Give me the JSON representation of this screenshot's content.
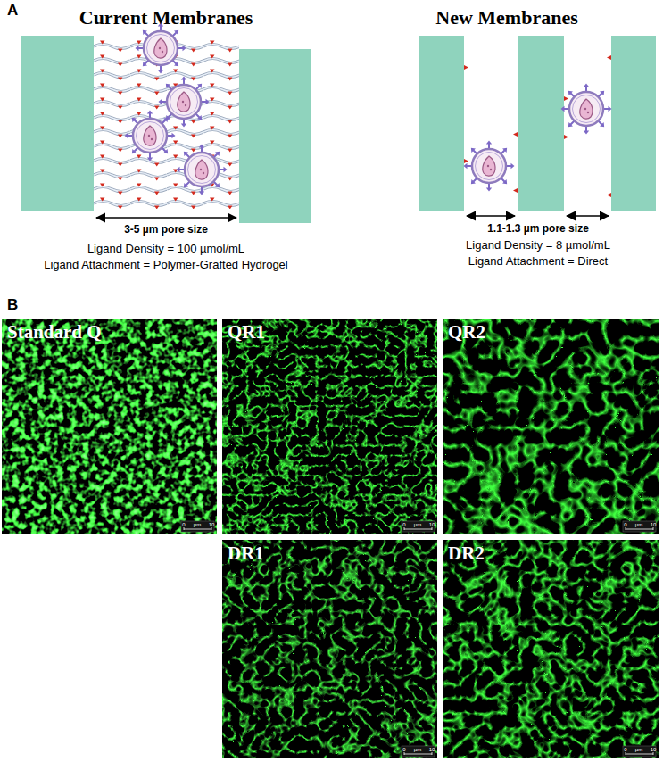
{
  "diagram": {
    "nodes": [
      {
        "text": [
          "Standard Q"
        ]
      },
      {
        "text": [
          "QR1"
        ]
      },
      {
        "text": [
          "QR2"
        ]
      },
      {
        "text": [
          "DR1"
        ]
      },
      {
        "text": [
          "DR2"
        ]
      }
    ],
    "labels": [
      "A",
      "Current Membranes",
      "New Membranes",
      "3-5 µm pore size",
      "Ligand Density = 100 µmol/mL",
      "Ligand Attachment = Polymer-Grafted Hydrogel",
      "1.1-1.3 µm pore size",
      "Ligand Density = 8 µmol/mL",
      "Ligand Attachment = Direct",
      "B",
      "0",
      "µm",
      "10",
      "0",
      "µm",
      "10",
      "0",
      "µm",
      "10",
      "0",
      "µm",
      "10",
      "0",
      "µm",
      "10"
    ]
  }
}
